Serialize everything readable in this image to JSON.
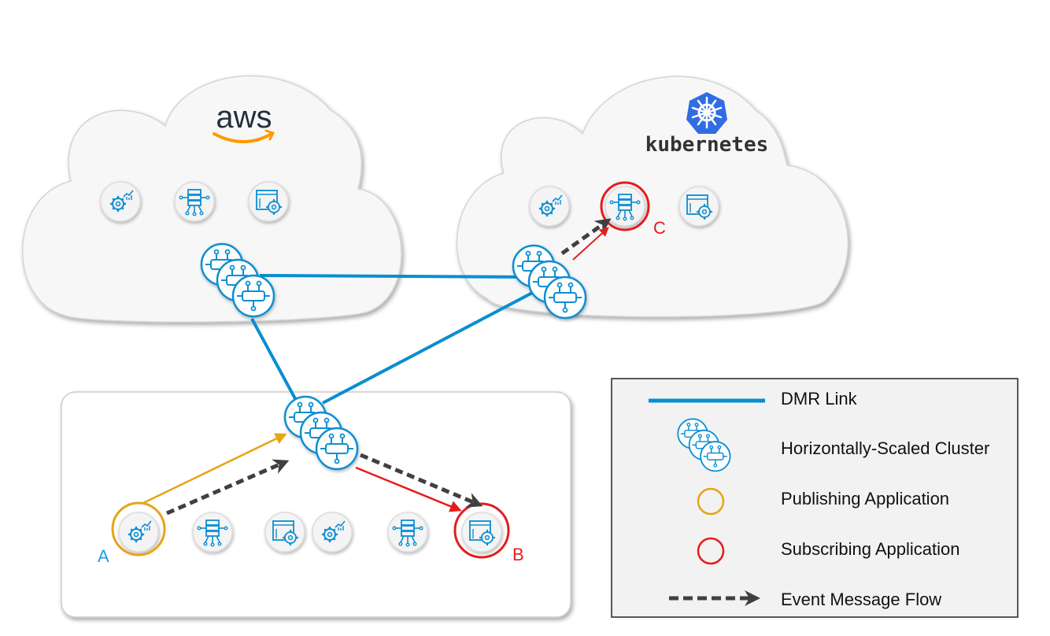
{
  "aws": {
    "logo_text": "aws"
  },
  "kubernetes": {
    "logo_text": "kubernetes"
  },
  "nodes": {
    "a": "A",
    "b": "B",
    "c": "C"
  },
  "legend": {
    "items": [
      {
        "icon": "dmr-link-line",
        "label": "DMR Link"
      },
      {
        "icon": "cluster-icon",
        "label": "Horizontally-Scaled Cluster"
      },
      {
        "icon": "orange-ring",
        "label": "Publishing Application"
      },
      {
        "icon": "red-ring",
        "label": "Subscribing Application"
      },
      {
        "icon": "dashed-arrow",
        "label": "Event Message Flow"
      }
    ]
  },
  "colors": {
    "link_blue": "#0a8ed1",
    "publish_orange": "#e8a317",
    "subscribe_red": "#e51c1c",
    "flow_gray": "#404040",
    "label_blue": "#1a9ee0",
    "label_red": "#e51c1c",
    "k8s_blue": "#326ce5",
    "aws_orange": "#f90"
  }
}
